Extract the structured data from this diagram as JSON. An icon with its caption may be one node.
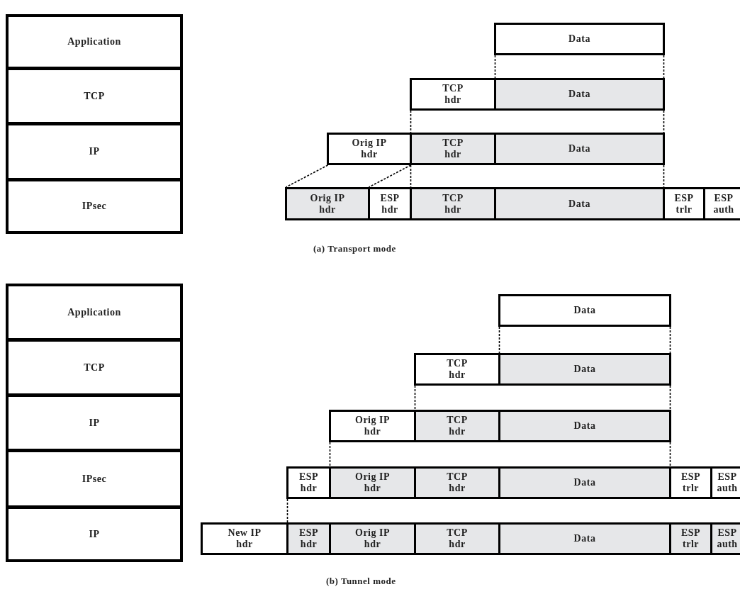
{
  "diagram": {
    "nodes": [
      {
        "text": [
          "Application"
        ]
      },
      {
        "text": [
          "TCP"
        ]
      },
      {
        "text": [
          "IP"
        ]
      },
      {
        "text": [
          "IPsec"
        ]
      },
      {
        "text": [
          "Data"
        ]
      },
      {
        "text": [
          "TCP hdr"
        ]
      },
      {
        "text": [
          "Data"
        ]
      },
      {
        "text": [
          "Orig IP hdr"
        ]
      },
      {
        "text": [
          "TCP hdr"
        ]
      },
      {
        "text": [
          "Data"
        ]
      },
      {
        "text": [
          "Orig IP hdr"
        ]
      },
      {
        "text": [
          "ESP hdr"
        ]
      },
      {
        "text": [
          "TCP hdr"
        ]
      },
      {
        "text": [
          "Data"
        ]
      },
      {
        "text": [
          "ESP trlr"
        ]
      },
      {
        "text": [
          "ESP auth"
        ]
      },
      {
        "text": [
          "Application"
        ]
      },
      {
        "text": [
          "TCP"
        ]
      },
      {
        "text": [
          "IP"
        ]
      },
      {
        "text": [
          "IPsec"
        ]
      },
      {
        "text": [
          "IP"
        ]
      },
      {
        "text": [
          "Data"
        ]
      },
      {
        "text": [
          "TCP hdr"
        ]
      },
      {
        "text": [
          "Data"
        ]
      },
      {
        "text": [
          "Orig IP hdr"
        ]
      },
      {
        "text": [
          "TCP hdr"
        ]
      },
      {
        "text": [
          "Data"
        ]
      },
      {
        "text": [
          "ESP hdr"
        ]
      },
      {
        "text": [
          "Orig IP hdr"
        ]
      },
      {
        "text": [
          "TCP hdr"
        ]
      },
      {
        "text": [
          "Data"
        ]
      },
      {
        "text": [
          "ESP trlr"
        ]
      },
      {
        "text": [
          "ESP auth"
        ]
      },
      {
        "text": [
          "New IP hdr"
        ]
      },
      {
        "text": [
          "ESP hdr"
        ]
      },
      {
        "text": [
          "Orig IP hdr"
        ]
      },
      {
        "text": [
          "TCP hdr"
        ]
      },
      {
        "text": [
          "Data"
        ]
      },
      {
        "text": [
          "ESP trlr"
        ]
      },
      {
        "text": [
          "ESP auth"
        ]
      }
    ],
    "edges": [
      {
        "from": 4,
        "to": 6,
        "arrow": "none",
        "style": "dashed"
      },
      {
        "from": 4,
        "to": 6,
        "arrow": "none",
        "style": "dashed"
      },
      {
        "from": 5,
        "to": 8,
        "arrow": "none",
        "style": "dashed"
      },
      {
        "from": 6,
        "to": 9,
        "arrow": "none",
        "style": "dashed"
      },
      {
        "from": 7,
        "to": 10,
        "arrow": "none",
        "style": "dashed"
      },
      {
        "from": 7,
        "to": 11,
        "arrow": "none",
        "style": "dashed"
      },
      {
        "from": 8,
        "to": 12,
        "arrow": "none",
        "style": "dashed"
      },
      {
        "from": 9,
        "to": 13,
        "arrow": "none",
        "style": "dashed"
      },
      {
        "from": 21,
        "to": 23,
        "arrow": "none",
        "style": "dashed"
      },
      {
        "from": 21,
        "to": 23,
        "arrow": "none",
        "style": "dashed"
      },
      {
        "from": 22,
        "to": 25,
        "arrow": "none",
        "style": "dashed"
      },
      {
        "from": 23,
        "to": 26,
        "arrow": "none",
        "style": "dashed"
      },
      {
        "from": 24,
        "to": 28,
        "arrow": "none",
        "style": "dashed"
      },
      {
        "from": 26,
        "to": 30,
        "arrow": "none",
        "style": "dashed"
      },
      {
        "from": 27,
        "to": 34,
        "arrow": "none",
        "style": "dashed"
      }
    ],
    "labels": [
      "(a) Transport mode",
      "(b) Tunnel mode"
    ]
  }
}
